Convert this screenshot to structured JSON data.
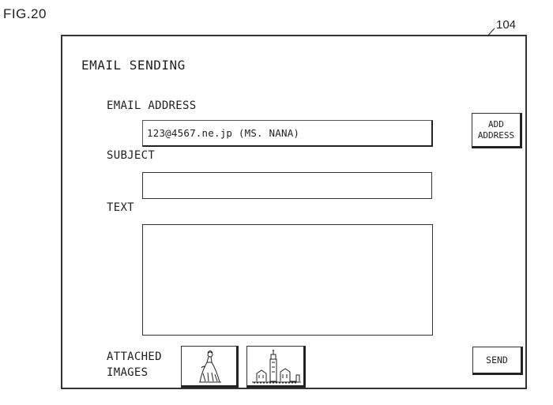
{
  "figure": {
    "label": "FIG.20",
    "reference_number": "104"
  },
  "screen": {
    "title": "EMAIL SENDING",
    "email_address": {
      "label": "EMAIL ADDRESS",
      "value": "123@4567.ne.jp (MS. NANA)"
    },
    "add_address_button": {
      "label": "ADD\nADDRESS"
    },
    "subject": {
      "label": "SUBJECT",
      "value": ""
    },
    "text": {
      "label": "TEXT",
      "value": ""
    },
    "attached_images": {
      "label": "ATTACHED\nIMAGES",
      "images": [
        {
          "icon": "woman-in-dress-icon"
        },
        {
          "icon": "tower-building-icon"
        }
      ]
    },
    "send_button": {
      "label": "SEND"
    }
  }
}
